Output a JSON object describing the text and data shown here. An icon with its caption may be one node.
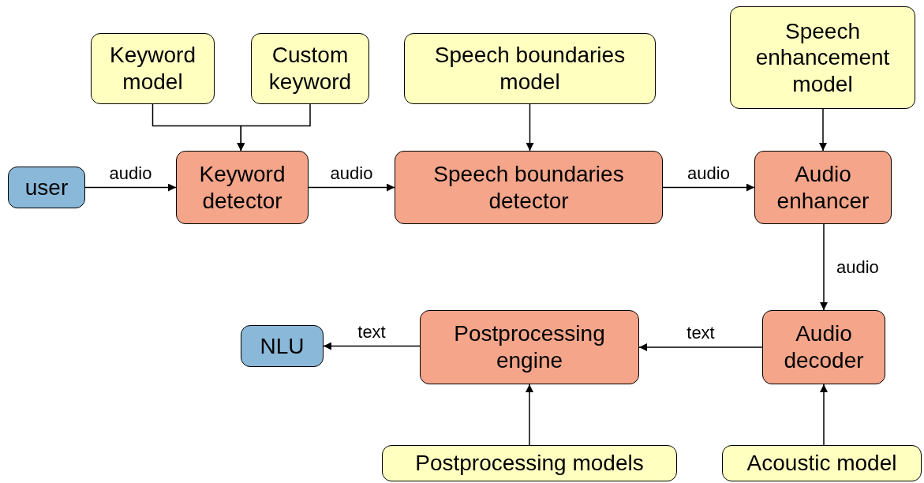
{
  "diagram": {
    "nodes": [
      {
        "text": [
          "Keyword model"
        ]
      },
      {
        "text": [
          "Custom keyword"
        ]
      },
      {
        "text": [
          "Speech boundaries model"
        ]
      },
      {
        "text": [
          "Speech enhancement model"
        ]
      },
      {
        "text": [
          "user"
        ]
      },
      {
        "text": [
          "Keyword detector"
        ]
      },
      {
        "text": [
          "Speech boundaries detector"
        ]
      },
      {
        "text": [
          "Audio enhancer"
        ]
      },
      {
        "text": [
          "NLU"
        ]
      },
      {
        "text": [
          "Postprocessing engine"
        ]
      },
      {
        "text": [
          "Audio decoder"
        ]
      },
      {
        "text": [
          "Postprocessing models"
        ]
      },
      {
        "text": [
          "Acoustic model"
        ]
      }
    ],
    "edges": [
      {
        "from": 0,
        "to": 5,
        "arrow": "to"
      },
      {
        "from": 1,
        "to": 5,
        "arrow": "to"
      },
      {
        "from": 2,
        "to": 6,
        "arrow": "to"
      },
      {
        "from": 3,
        "to": 7,
        "arrow": "to"
      },
      {
        "from": 4,
        "to": 5,
        "arrow": "to",
        "label": "audio"
      },
      {
        "from": 5,
        "to": 6,
        "arrow": "to",
        "label": "audio"
      },
      {
        "from": 6,
        "to": 7,
        "arrow": "to",
        "label": "audio"
      },
      {
        "from": 7,
        "to": 10,
        "arrow": "to",
        "label": "audio"
      },
      {
        "from": 10,
        "to": 9,
        "arrow": "to",
        "label": "text"
      },
      {
        "from": 9,
        "to": 8,
        "arrow": "to",
        "label": "text"
      },
      {
        "from": 11,
        "to": 9,
        "arrow": "to"
      },
      {
        "from": 12,
        "to": 10,
        "arrow": "to"
      }
    ]
  }
}
